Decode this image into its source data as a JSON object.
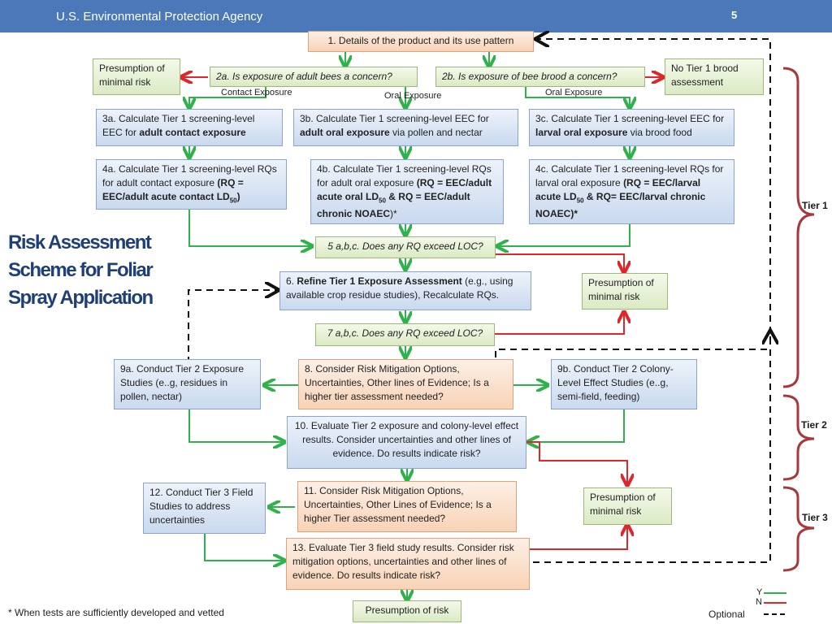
{
  "header": {
    "agency": "U.S. Environmental Protection Agency",
    "page_number": "5"
  },
  "title_lines": [
    "Risk Assessment",
    "Scheme for Foliar",
    "Spray Application"
  ],
  "boxes": {
    "b1": "1. Details of the product and its use pattern",
    "pres1": "Presumption of minimal risk",
    "b2a": "2a. Is exposure of adult bees a concern?",
    "b2b": "2b. Is exposure of bee brood a concern?",
    "notier1": "No Tier 1 brood assessment",
    "b3a": {
      "pre": "3a. Calculate Tier 1 screening-level EEC for ",
      "bold": "adult contact exposure"
    },
    "b3b": {
      "pre": "3b. Calculate Tier 1 screening-level EEC for ",
      "bold": "adult oral exposure",
      "post": " via pollen and nectar"
    },
    "b3c": {
      "pre": "3c. Calculate Tier 1 screening-level EEC for ",
      "bold": "larval oral exposure",
      "post": " via brood food"
    },
    "b4a": {
      "pre": "4a. Calculate Tier 1 screening-level RQs for adult contact exposure ",
      "bold1": "(RQ = EEC/adult acute contact LD",
      "sub": "50",
      "bold2": ")"
    },
    "b4b": {
      "pre": "4b. Calculate Tier 1 screening-level RQs for adult oral exposure ",
      "bold1": "(RQ = EEC/adult acute oral LD",
      "sub": "50",
      "bold2": " & RQ = EEC/adult chronic NOAEC",
      "post": ")*"
    },
    "b4c": {
      "pre": "4c. Calculate Tier 1 screening-level RQs for larval oral exposure ",
      "bold1": "(RQ = EEC/larval acute LD",
      "sub": "50",
      "bold2": " & RQ= EEC/larval chronic NOAEC)*"
    },
    "b5": "5 a,b,c.  Does any RQ exceed LOC?",
    "b6": {
      "pre": "6. ",
      "bold": "Refine Tier 1 Exposure Assessment",
      "post": " (e.g., using available crop residue studies), Recalculate RQs."
    },
    "pres2": "Presumption of minimal risk",
    "b7": "7 a,b,c.  Does any RQ exceed LOC?",
    "b9a": "9a. Conduct Tier 2 Exposure Studies (e..g, residues in pollen, nectar)",
    "b8": "8. Consider Risk Mitigation Options, Uncertainties, Other lines of Evidence; Is a higher tier assessment needed?",
    "b9b": "9b. Conduct Tier 2 Colony-Level Effect Studies (e..g, semi-field, feeding)",
    "b10": "10. Evaluate Tier 2 exposure and colony-level effect results. Consider uncertainties and other lines of evidence. Do results indicate risk?",
    "b12": "12. Conduct Tier 3 Field Studies to address uncertainties",
    "b11": "11. Consider Risk Mitigation Options, Uncertainties, Other Lines of Evidence; Is a higher Tier assessment needed?",
    "pres3": "Presumption of minimal risk",
    "b13": "13. Evaluate Tier 3 field study results. Consider risk mitigation options, uncertainties and other lines of evidence. Do results indicate risk?",
    "presrisk": "Presumption of risk"
  },
  "labels": {
    "contact": "Contact  Exposure",
    "oral1": "Oral  Exposure",
    "oral2": "Oral Exposure"
  },
  "tiers": [
    "Tier 1",
    "Tier 2",
    "Tier 3"
  ],
  "legend": {
    "y": "Y",
    "n": "N",
    "optional": "Optional"
  },
  "footnote": "* When tests are sufficiently developed and vetted",
  "colors": {
    "yes": "#2db34a",
    "no": "#e0262a",
    "header": "#4a78b8",
    "bracket": "#a8383c"
  }
}
